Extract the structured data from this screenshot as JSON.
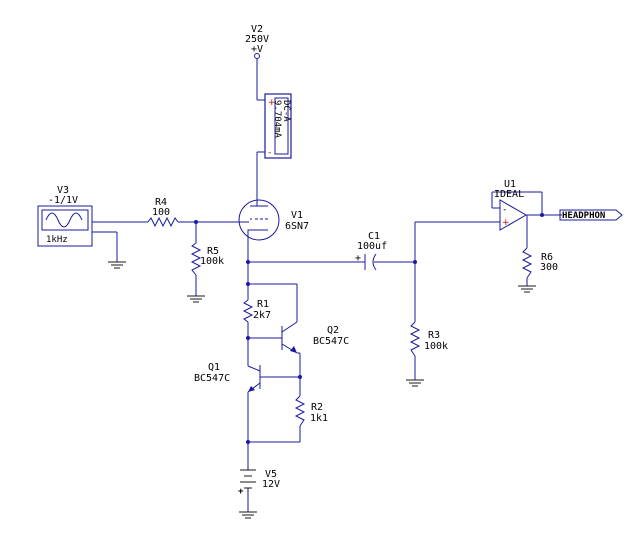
{
  "components": {
    "v2": {
      "ref": "V2",
      "value": "250V",
      "pin": "+V"
    },
    "ammeter": {
      "mode": "DC-A",
      "reading": "9.704mA",
      "plus": "+",
      "minus": "-"
    },
    "v3": {
      "ref": "V3",
      "value": "-1/1V",
      "freq": "1kHz"
    },
    "r4": {
      "ref": "R4",
      "value": "100"
    },
    "r5": {
      "ref": "R5",
      "value": "100k"
    },
    "v1": {
      "ref": "V1",
      "value": "6SN7"
    },
    "c1": {
      "ref": "C1",
      "value": "100uf",
      "plus": "+"
    },
    "u1": {
      "ref": "U1",
      "value": "IDEAL",
      "minus": "-",
      "plus": "+"
    },
    "out": {
      "label": "HEADPHON"
    },
    "r6": {
      "ref": "R6",
      "value": "300"
    },
    "r3": {
      "ref": "R3",
      "value": "100k"
    },
    "r1": {
      "ref": "R1",
      "value": "2k7"
    },
    "q2": {
      "ref": "Q2",
      "value": "BC547C"
    },
    "q1": {
      "ref": "Q1",
      "value": "BC547C"
    },
    "r2": {
      "ref": "R2",
      "value": "1k1"
    },
    "v5": {
      "ref": "V5",
      "value": "12V",
      "plus": "+"
    }
  },
  "colors": {
    "wire": "#1a1aa0",
    "ground": "#1a1a1a",
    "label": "#000000",
    "meter_terminal": "#cc0000"
  }
}
